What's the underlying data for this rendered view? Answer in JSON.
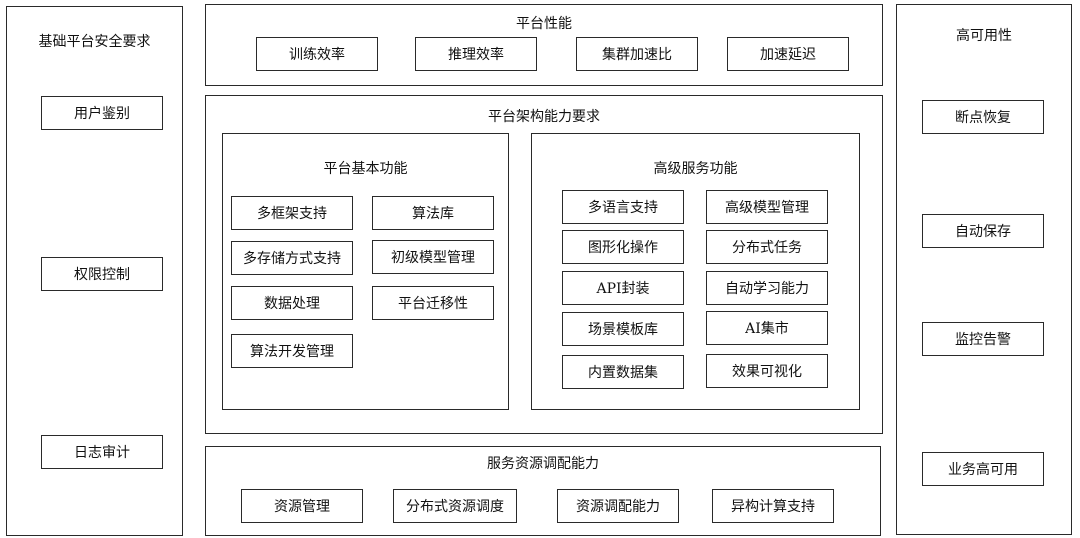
{
  "left_panel": {
    "title": "基础平台安全要求",
    "items": [
      "用户鉴别",
      "权限控制",
      "日志审计"
    ]
  },
  "performance": {
    "title": "平台性能",
    "items": [
      "训练效率",
      "推理效率",
      "集群加速比",
      "加速延迟"
    ]
  },
  "architecture": {
    "title": "平台架构能力要求",
    "basic": {
      "title": "平台基本功能",
      "items": [
        "多框架支持",
        "算法库",
        "多存储方式支持",
        "初级模型管理",
        "数据处理",
        "平台迁移性",
        "算法开发管理"
      ]
    },
    "advanced": {
      "title": "高级服务功能",
      "items": [
        "多语言支持",
        "高级模型管理",
        "图形化操作",
        "分布式任务",
        "API封装",
        "自动学习能力",
        "场景模板库",
        "AI集市",
        "内置数据集",
        "效果可视化"
      ]
    }
  },
  "scheduling": {
    "title": "服务资源调配能力",
    "items": [
      "资源管理",
      "分布式资源调度",
      "资源调配能力",
      "异构计算支持"
    ]
  },
  "right_panel": {
    "title": "高可用性",
    "items": [
      "断点恢复",
      "自动保存",
      "监控告警",
      "业务高可用"
    ]
  }
}
